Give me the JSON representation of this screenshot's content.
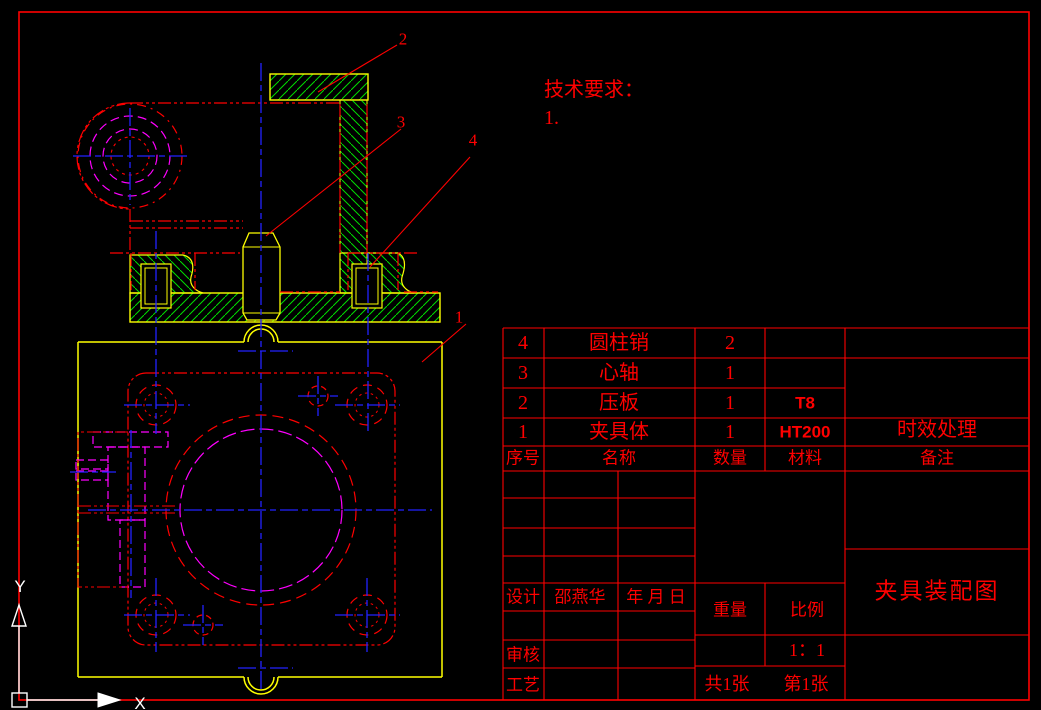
{
  "colors": {
    "background": "#000000",
    "frame": "#ff0000",
    "outline": "#ffff00",
    "hatch": "#00dd00",
    "hidden": "#ff00ff",
    "centerline": "#2222ff",
    "annotation": "#ff0000",
    "ucs": "#ffffff"
  },
  "tech_requirements": {
    "title": "技术要求：",
    "item_1": "1."
  },
  "callouts": {
    "part_1": "1",
    "part_2": "2",
    "part_3": "3",
    "part_4": "4"
  },
  "bom": {
    "header": {
      "no": "序号",
      "name": "名称",
      "qty": "数量",
      "material": "材料",
      "note": "备注"
    },
    "rows": [
      {
        "no": "4",
        "name": "圆柱销",
        "qty": "2",
        "material": "",
        "note": ""
      },
      {
        "no": "3",
        "name": "心轴",
        "qty": "1",
        "material": "",
        "note": ""
      },
      {
        "no": "2",
        "name": "压板",
        "qty": "1",
        "material": "T8",
        "note": ""
      },
      {
        "no": "1",
        "name": "夹具体",
        "qty": "1",
        "material": "HT200",
        "note": "时效处理"
      }
    ]
  },
  "title_block": {
    "design_label": "设计",
    "designer": "邵燕华",
    "date_label": "年  月  日",
    "check_label": "审核",
    "process_label": "工艺",
    "weight_label": "重量",
    "scale_label": "比例",
    "scale_value": "1：1",
    "sheets_total": "共1张",
    "sheet_no": "第1张",
    "drawing_title": "夹具装配图"
  },
  "ucs": {
    "x_axis": "X",
    "y_axis": "Y"
  }
}
